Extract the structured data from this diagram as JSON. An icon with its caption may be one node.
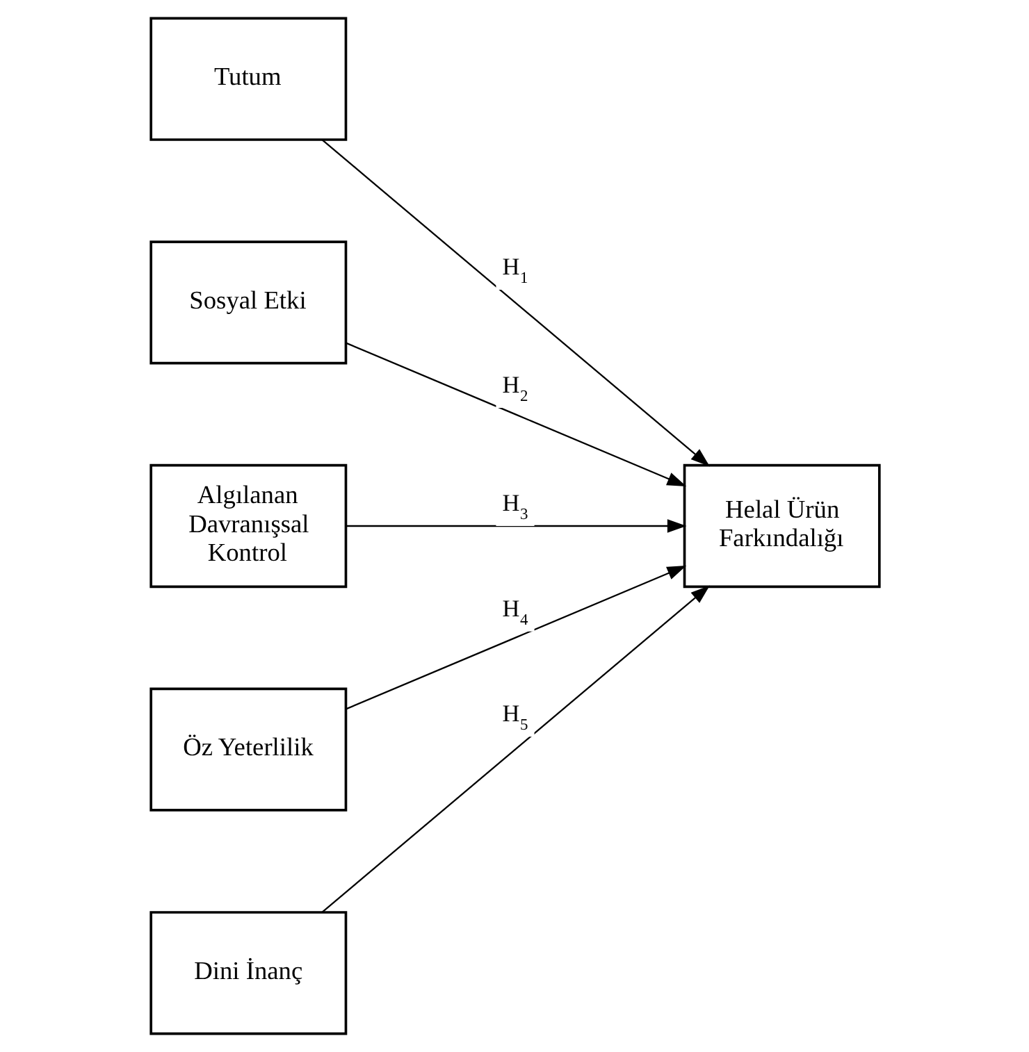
{
  "diagram": {
    "nodes": [
      {
        "text": [
          "Tutum"
        ]
      },
      {
        "text": [
          "Sosyal Etki"
        ]
      },
      {
        "text": [
          "Algılanan Davranışsal Kontrol"
        ]
      },
      {
        "text": [
          "Öz Yeterlilik"
        ]
      },
      {
        "text": [
          "Dini İnanç"
        ]
      },
      {
        "text": [
          "Helal Ürün Farkındalığı"
        ]
      }
    ],
    "edges": [
      {
        "from": 0,
        "to": 5,
        "arrow": "to",
        "label": "H$_{1}$"
      },
      {
        "from": 1,
        "to": 5,
        "arrow": "to",
        "label": "H$_{2}$"
      },
      {
        "from": 2,
        "to": 5,
        "arrow": "to",
        "label": "H$_{3}$"
      },
      {
        "from": 3,
        "to": 5,
        "arrow": "to",
        "label": "H$_{4}$"
      },
      {
        "from": 4,
        "to": 5,
        "arrow": "to",
        "label": "H$_{5}$"
      }
    ]
  }
}
